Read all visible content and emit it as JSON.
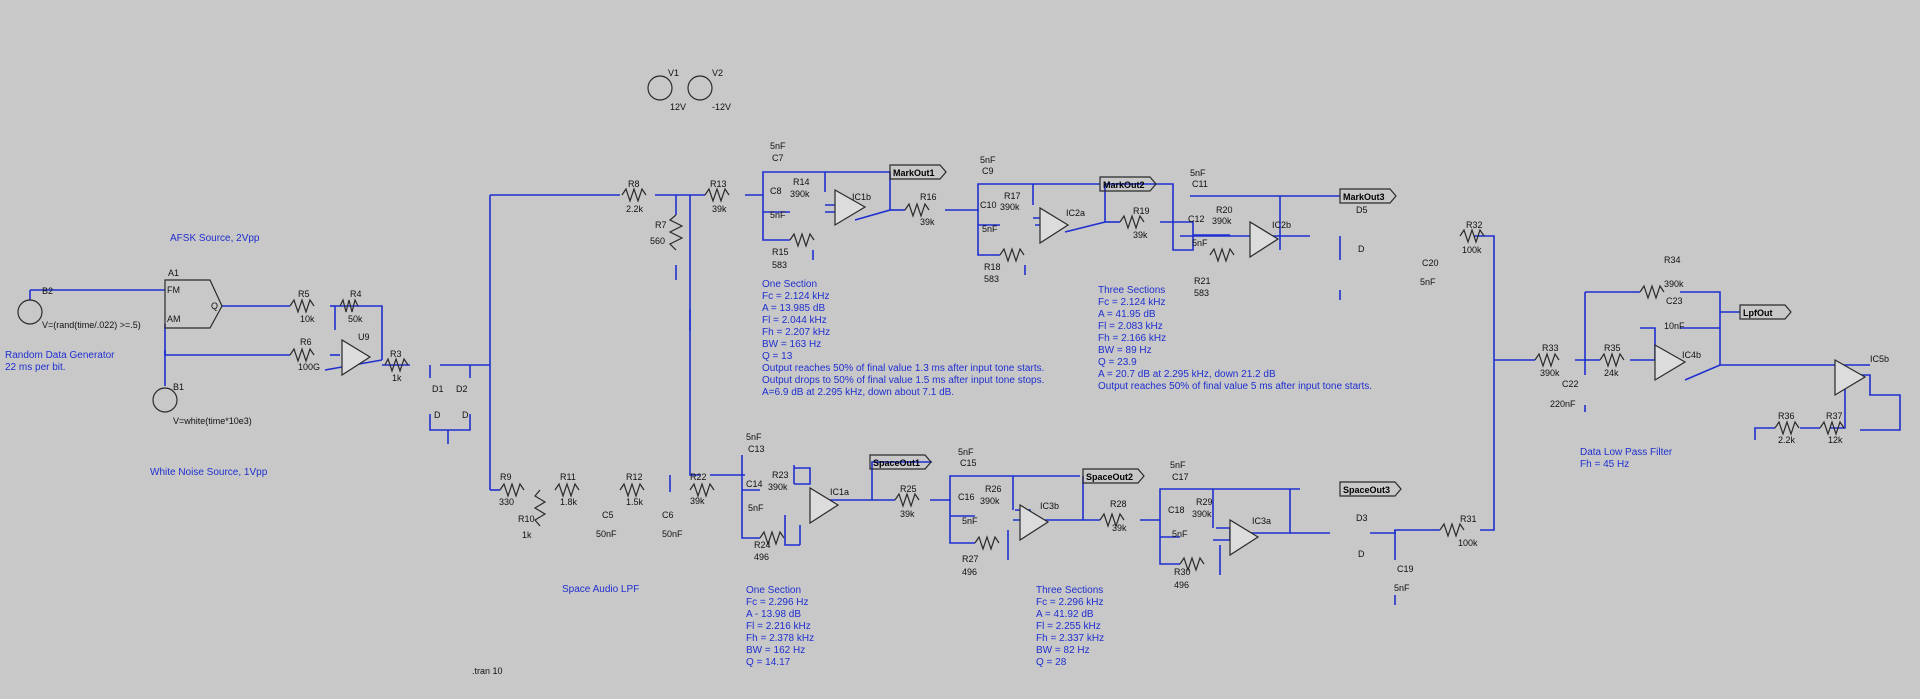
{
  "colors": {
    "background": "#c8c8c8",
    "wire": "#1f2fcf",
    "component": "#2a2a2a",
    "text": "#111111",
    "note": "#1f2fcf"
  },
  "labels": {
    "V1": "V1",
    "V1val": "12V",
    "V2": "V2",
    "V2val": "-12V",
    "A1": "A1",
    "FM": "FM",
    "AM": "AM",
    "Q": "Q",
    "B2": "B2",
    "B2val": "V=(rand(time/.022) >=.5)",
    "B1": "B1",
    "B1val": "V=white(time*10e3)",
    "R5": "R5",
    "R5val": "10k",
    "R4": "R4",
    "R4val": "50k",
    "R6": "R6",
    "R6val": "100G",
    "U9": "U9",
    "R3": "R3",
    "R3val": "1k",
    "D1": "D1",
    "D1val": "D",
    "D2": "D2",
    "D2val": "D",
    "R8": "R8",
    "R8val": "2.2k",
    "R7": "R7",
    "R7val": "560",
    "R9": "R9",
    "R9val": "330",
    "R10": "R10",
    "R10val": "1k",
    "R11": "R11",
    "R11val": "1.8k",
    "C5": "C5",
    "C5val": "50nF",
    "R12": "R12",
    "R12val": "1.5k",
    "C6": "C6",
    "C6val": "50nF",
    "R13": "R13",
    "R13val": "39k",
    "C7": "C7",
    "C7val": "5nF",
    "C8": "C8",
    "C8val": "5nF",
    "R14": "R14",
    "R14val": "390k",
    "IC1b": "IC1b",
    "R15": "R15",
    "R15val": "583",
    "MarkOut1": "MarkOut1",
    "R16": "R16",
    "R16val": "39k",
    "C9": "C9",
    "C9val": "5nF",
    "C10": "C10",
    "C10val": "5nF",
    "R17": "R17",
    "R17val": "390k",
    "IC2a": "IC2a",
    "R18": "R18",
    "R18val": "583",
    "MarkOut2": "MarkOut2",
    "R19": "R19",
    "R19val": "39k",
    "C11": "C11",
    "C11val": "5nF",
    "C12": "C12",
    "C12val": "5nF",
    "R20": "R20",
    "R20val": "390k",
    "IC2b": "IC2b",
    "R21": "R21",
    "R21val": "583",
    "MarkOut3": "MarkOut3",
    "D5": "D5",
    "D5val": "D",
    "C20": "C20",
    "C20val": "5nF",
    "R32": "R32",
    "R32val": "100k",
    "R22": "R22",
    "R22val": "39k",
    "C13": "C13",
    "C13val": "5nF",
    "C14": "C14",
    "C14val": "5nF",
    "R23": "R23",
    "R23val": "390k",
    "IC1a": "IC1a",
    "R24": "R24",
    "R24val": "496",
    "SpaceOut1": "SpaceOut1",
    "R25": "R25",
    "R25val": "39k",
    "C15": "C15",
    "C15val": "5nF",
    "C16": "C16",
    "C16val": "5nF",
    "R26": "R26",
    "R26val": "390k",
    "IC3b": "IC3b",
    "R27": "R27",
    "R27val": "496",
    "SpaceOut2": "SpaceOut2",
    "R28": "R28",
    "R28val": "39k",
    "C17": "C17",
    "C17val": "5nF",
    "C18": "C18",
    "C18val": "5nF",
    "R29": "R29",
    "R29val": "390k",
    "IC3a": "IC3a",
    "R30": "R30",
    "R30val": "496",
    "SpaceOut3": "SpaceOut3",
    "D3": "D3",
    "D3val": "D",
    "C19": "C19",
    "C19val": "5nF",
    "R31": "R31",
    "R31val": "100k",
    "R33": "R33",
    "R33val": "390k",
    "C22": "C22",
    "C22val": "220nF",
    "R35": "R35",
    "R35val": "24k",
    "R34": "R34",
    "R34val": "390k",
    "C23": "C23",
    "C23val": "10nF",
    "IC4b": "IC4b",
    "LpfOut": "LpfOut",
    "IC5b": "IC5b",
    "R36": "R36",
    "R36val": "2.2k",
    "R37": "R37",
    "R37val": "12k"
  },
  "notes": {
    "afsk": "AFSK Source, 2Vpp",
    "rdg1": "Random Data Generator",
    "rdg2": "22 ms per bit.",
    "white": "White Noise Source, 1Vpp",
    "spaceLpf": "Space Audio LPF",
    "tran": ".tran 10",
    "dlpf1": "Data Low Pass Filter",
    "dlpf2": "Fh = 45 Hz",
    "mark1": [
      "One Section",
      "Fc = 2.124 kHz",
      "A = 13.985 dB",
      "Fl = 2.044 kHz",
      "Fh = 2.207 kHz",
      "BW = 163 Hz",
      "Q = 13",
      "Output reaches 50% of final value 1.3 ms after input tone starts.",
      "Output drops to 50% of final value 1.5 ms after input tone stops.",
      "A=6.9 dB at 2.295 kHz, down about 7.1 dB."
    ],
    "mark3": [
      "Three Sections",
      "Fc = 2.124 kHz",
      "A = 41.95 dB",
      "Fl = 2.083 kHz",
      "Fh = 2.166 kHz",
      "BW = 89 Hz",
      "Q = 23.9",
      "A = 20.7 dB at 2.295 kHz, down 21.2 dB",
      "Output reaches 50% of final value 5 ms after input tone starts."
    ],
    "space1": [
      "One Section",
      "Fc = 2.296 Hz",
      "A - 13.98 dB",
      "Fl = 2.216 kHz",
      "Fh = 2.378 kHz",
      "BW = 162 Hz",
      "Q = 14.17"
    ],
    "space3": [
      "Three Sections",
      "Fc = 2.296 kHz",
      "A = 41.92 dB",
      "Fl = 2.255 kHz",
      "Fh = 2.337 kHz",
      "BW = 82 Hz",
      "Q = 28"
    ]
  }
}
